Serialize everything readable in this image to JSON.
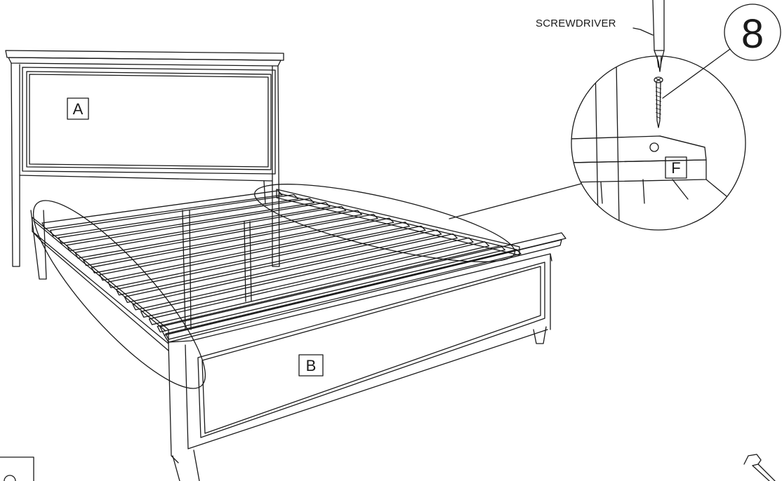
{
  "labels": {
    "headboard": "A",
    "footboard": "B",
    "slat_part": "F",
    "tool": "SCREWDRIVER",
    "step_number": "8"
  },
  "icons": {
    "tool_icon": "screwdriver-icon",
    "partial_badge": "hardware-badge-icon"
  },
  "colors": {
    "line": "#1a1a1a",
    "background": "#ffffff"
  }
}
